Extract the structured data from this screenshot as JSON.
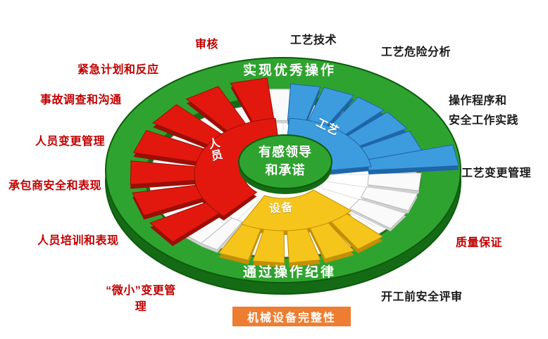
{
  "wheel": {
    "ring_top": "实现优秀操作",
    "ring_bottom": "通过操作纪律",
    "center_line1": "有感领导",
    "center_line2": "和承诺",
    "sector_people": "人员",
    "sector_process": "工艺",
    "sector_equipment": "设备",
    "colors": {
      "ring_green": "#2FA32F",
      "ring_green_dark": "#156B15",
      "floor_white": "#FFFFFF",
      "red": "#E2180E",
      "red_dark": "#9A0F07",
      "blue": "#3D9CDE",
      "blue_dark": "#1E66A8",
      "yellow": "#F6C51C",
      "yellow_dark": "#C28F06",
      "banner_orange": "#ED7D31",
      "label_red": "#C00000",
      "label_black": "#1A1A1A"
    }
  },
  "labels": {
    "audit": "审核",
    "process_technology": "工艺技术",
    "process_hazard_analysis": "工艺危险分析",
    "emergency_planning": "紧急计划和反应",
    "incident_investigation": "事故调查和沟通",
    "operating_procedures": "操作程序和\n安全工作实践",
    "personnel_change": "人员变更管理",
    "process_change": "工艺变更管理",
    "contractor_safety": "承包商安全和表现",
    "quality_assurance": "质量保证",
    "personnel_training": "人员培训和表现",
    "minor_change": "“微小”变更管\n理",
    "pre_startup_review": "开工前安全评审"
  },
  "banner": {
    "text": "机械设备完整性"
  }
}
